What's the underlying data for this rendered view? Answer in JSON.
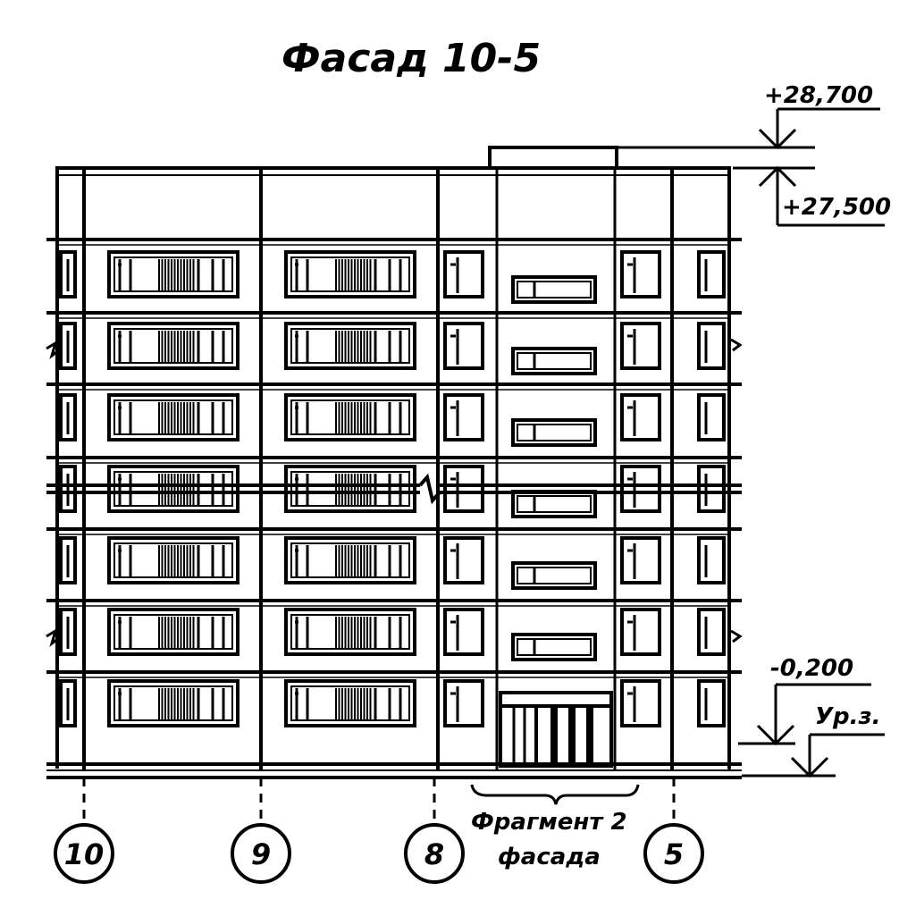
{
  "title": "Фасад 10-5",
  "elevations": {
    "roof_top": "+28,700",
    "parapet": "+27,500",
    "entrance": "-0,200",
    "ground": "Ур.з."
  },
  "axes": [
    "10",
    "9",
    "8",
    "5"
  ],
  "fragment_note": {
    "line1": "Фрагмент 2",
    "line2": "фасада"
  },
  "colors": {
    "ink": "#000000",
    "paper": "#ffffff"
  }
}
